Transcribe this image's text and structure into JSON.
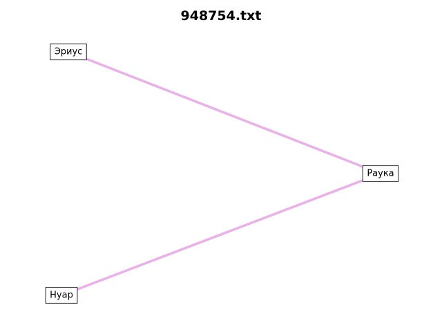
{
  "title": "948754.txt",
  "colors": {
    "edge": "#eab0ea",
    "node_border": "#444444",
    "node_fill": "#ffffff"
  },
  "nodes": [
    {
      "id": "eriuss",
      "label": "Эриус"
    },
    {
      "id": "rauka",
      "label": "Раука"
    },
    {
      "id": "nuar",
      "label": "Нуар"
    }
  ],
  "edges": [
    {
      "from": "eriuss",
      "to": "rauka"
    },
    {
      "from": "nuar",
      "to": "rauka"
    }
  ]
}
